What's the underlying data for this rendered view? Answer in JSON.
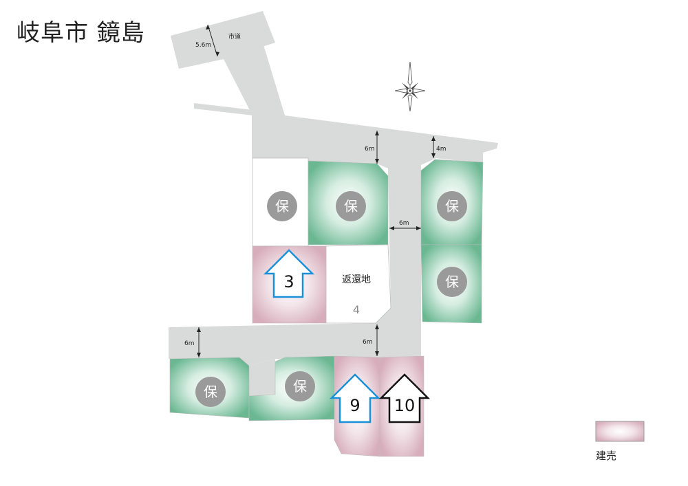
{
  "title": "岐阜市 鏡島",
  "road_labels": {
    "city_road": "市道",
    "width_top": "5.6m",
    "width_main": "6m",
    "width_right": "4m",
    "width_mid": "6m",
    "width_lower_left": "6m",
    "width_lower_mid": "6m"
  },
  "lots": {
    "reserved_mark": "保",
    "returned_land": "返還地",
    "returned_land_number": "4",
    "lot_3": "3",
    "lot_9": "9",
    "lot_10": "10"
  },
  "legend": {
    "label": "建売"
  },
  "colors": {
    "road": "#d9dada",
    "reserved_fill": "#6ab792",
    "tatetei_fill": "#dcb3c0",
    "blue_arrow": "#1a90d8",
    "black_arrow": "#111111",
    "circle": "#9a9a9a"
  },
  "icons": {
    "compass": "compass-rose-icon"
  }
}
